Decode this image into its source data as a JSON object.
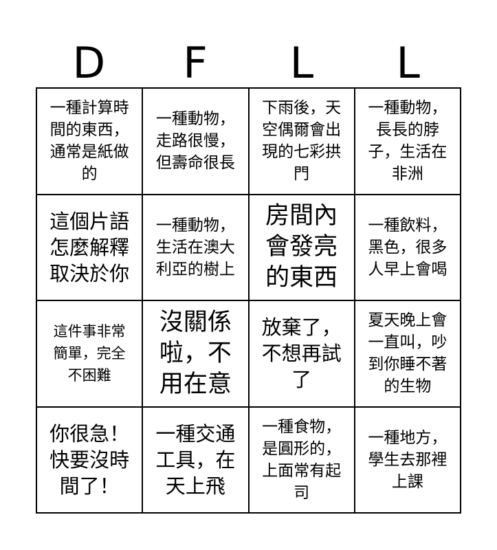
{
  "header": [
    "D",
    "F",
    "L",
    "L"
  ],
  "cells": [
    {
      "lines": [
        "一種計算時",
        "間的東西，",
        "通常是紙做",
        "的"
      ]
    },
    {
      "lines": [
        "一種動物，",
        "走路很慢，",
        "但壽命很長"
      ]
    },
    {
      "lines": [
        "下雨後，天",
        "空偶爾會出",
        "現的七彩拱",
        "門"
      ]
    },
    {
      "lines": [
        "一種動物，",
        "長長的脖",
        "子，生活在",
        "非洲"
      ]
    },
    {
      "lines": [
        "這個片語",
        "怎麼解釋",
        "取決於你"
      ]
    },
    {
      "lines": [
        "一種動物，",
        "生活在澳大",
        "利亞的樹上"
      ]
    },
    {
      "lines": [
        "房間內",
        "會發亮",
        "的東西"
      ]
    },
    {
      "lines": [
        "一種飲料，",
        "黑色，很多",
        "人早上會喝"
      ]
    },
    {
      "lines": [
        "這件事非常",
        "簡單，完全",
        "不困難"
      ]
    },
    {
      "lines": [
        "沒關係",
        "啦，不",
        "用在意"
      ]
    },
    {
      "lines": [
        "放棄了，",
        "不想再試",
        "了"
      ]
    },
    {
      "lines": [
        "夏天晚上會",
        "一直叫，吵",
        "到你睡不著",
        "的生物"
      ]
    },
    {
      "lines": [
        "你很急！",
        "快要沒時",
        "間了！"
      ]
    },
    {
      "lines": [
        "一種交通",
        "工具，在",
        "天上飛"
      ]
    },
    {
      "lines": [
        "一種食物，",
        "是圓形的，",
        "上面常有起",
        "司"
      ]
    },
    {
      "lines": [
        "一種地方，",
        "學生去那裡",
        "上課"
      ]
    }
  ]
}
